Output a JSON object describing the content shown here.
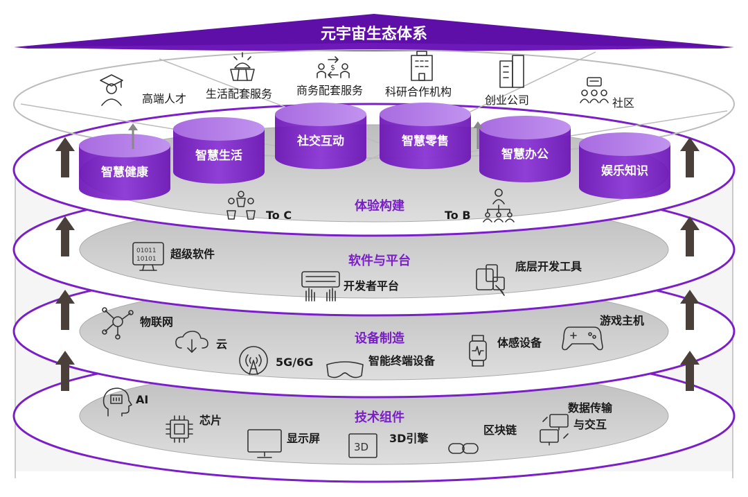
{
  "title": "元宇宙生态体系",
  "top_nodes": [
    {
      "label": "高端人才",
      "icon": "graduate-icon"
    },
    {
      "label": "生活配套服务",
      "icon": "sunrise-icon"
    },
    {
      "label": "商务配套服务",
      "icon": "exchange-icon"
    },
    {
      "label": "科研合作机构",
      "icon": "building-icon"
    },
    {
      "label": "创业公司",
      "icon": "office-icon"
    },
    {
      "label": "社区",
      "icon": "community-icon"
    }
  ],
  "cylinders": [
    "智慧健康",
    "智慧生活",
    "社交互动",
    "智慧零售",
    "智慧办公",
    "娱乐知识"
  ],
  "layers": [
    {
      "title": "体验构建",
      "items": [
        {
          "label": "To C",
          "icon": "consumers-icon"
        },
        {
          "label": "To B",
          "icon": "org-chart-icon"
        }
      ]
    },
    {
      "title": "软件与平台",
      "items": [
        {
          "label": "超级软件",
          "icon": "binary-screen-icon"
        },
        {
          "label": "开发者平台",
          "icon": "keyboard-hands-icon"
        },
        {
          "label": "底层开发工具",
          "icon": "dev-tools-icon"
        }
      ]
    },
    {
      "title": "设备制造",
      "items": [
        {
          "label": "物联网",
          "icon": "network-icon"
        },
        {
          "label": "云",
          "icon": "cloud-icon"
        },
        {
          "label": "5G/6G",
          "icon": "antenna-icon"
        },
        {
          "label": "智能终端设备",
          "icon": "vr-goggles-icon"
        },
        {
          "label": "体感设备",
          "icon": "smartwatch-icon"
        },
        {
          "label": "游戏主机",
          "icon": "gamepad-icon"
        }
      ]
    },
    {
      "title": "技术组件",
      "items": [
        {
          "label": "AI",
          "icon": "ai-head-icon"
        },
        {
          "label": "芯片",
          "icon": "chip-icon"
        },
        {
          "label": "显示屏",
          "icon": "monitor-icon"
        },
        {
          "label": "3D引擎",
          "icon": "3d-icon"
        },
        {
          "label": "区块链",
          "icon": "chain-icon"
        },
        {
          "label": "数据传输",
          "icon": "data-transfer-icon"
        },
        {
          "label": "与交互",
          "icon": "data-transfer-icon"
        }
      ]
    }
  ],
  "colors": {
    "purple": "#7a1fc7",
    "purple_dark": "#5b0e9e",
    "purple_light": "#b27ae6",
    "gray_fill": "#d9d9d9",
    "arrow": "#4a4039"
  }
}
